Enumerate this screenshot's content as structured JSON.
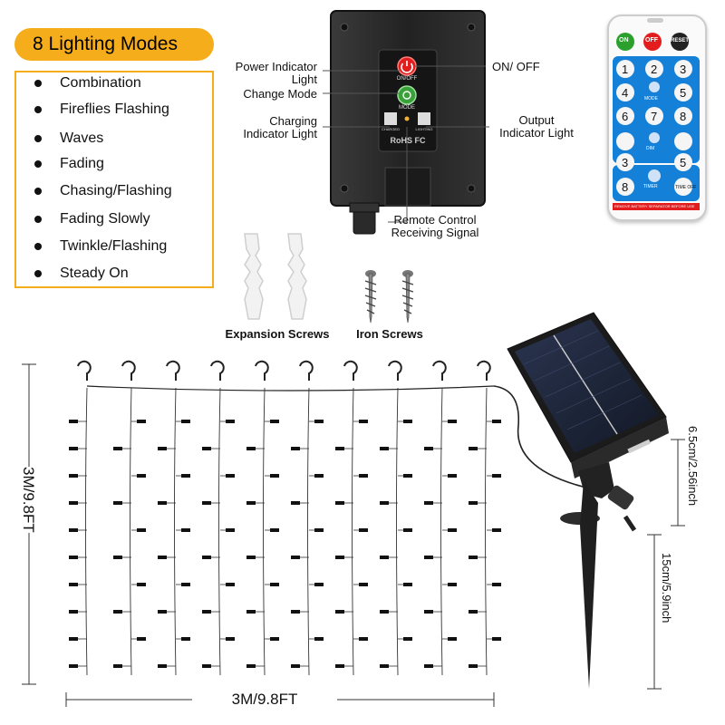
{
  "modes": {
    "title": "8 Lighting Modes",
    "items": [
      "Combination",
      "Fireflies Flashing",
      "Waves",
      "Fading",
      "Chasing/Flashing",
      "Fading Slowly",
      "Twinkle/Flashing",
      "Steady On"
    ]
  },
  "controller": {
    "power_label": "Power Indicator Light",
    "power_label_1": "Power Indicator",
    "power_label_2": "Light",
    "mode_label": "Change Mode",
    "charging_label_1": "Charging",
    "charging_label_2": "Indicator Light",
    "onoff_label": "ON/ OFF",
    "output_label_1": "Output",
    "output_label_2": "Indicator Light",
    "remote_label_1": "Remote Control",
    "remote_label_2": "Receiving Signal",
    "btn_onoff_text": "ON/OFF",
    "btn_mode_text": "MODE",
    "charged_text": "CHARGED",
    "lighting_text": "LIGHTING",
    "cert_text": "RoHS FC"
  },
  "remote": {
    "on": "ON",
    "off": "OFF",
    "reset": "RESET",
    "row1": [
      "1",
      "2",
      "3"
    ],
    "row2": [
      "4",
      "",
      "5"
    ],
    "row3": [
      "6",
      "7",
      "8"
    ],
    "mode_text": "MODE",
    "dim_text": "DIM",
    "row5": [
      "3",
      "",
      "5"
    ],
    "timer_text": "TIMER",
    "row6": [
      "8",
      "",
      "TIME OFF"
    ],
    "footer": "REMOVE BATTERY SEPARATOR BEFORE USE"
  },
  "accessories": {
    "expansion": "Expansion Screws",
    "iron": "Iron Screws"
  },
  "dimensions": {
    "width": "3M/9.8FT",
    "height": "3M/9.8FT",
    "panel": "6.5cm/2.56inch",
    "stake": "15cm/5.9inch"
  },
  "colors": {
    "accent": "#f6ad1c",
    "red_button": "#e31d1d",
    "green_button": "#3aa03a",
    "remote_blue": "#1480d8"
  }
}
